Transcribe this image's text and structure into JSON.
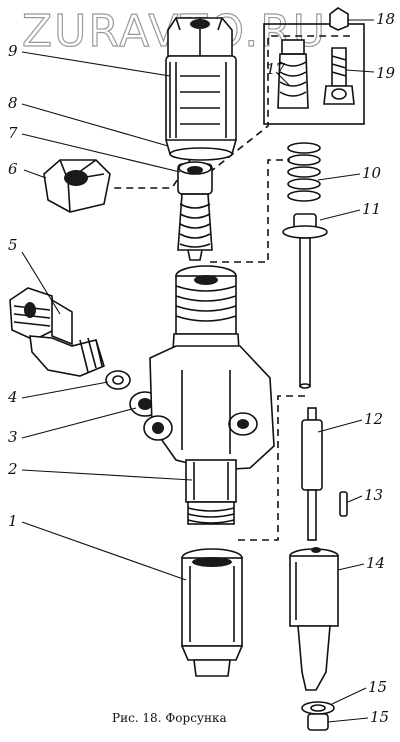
{
  "watermark": "ZURAVTO.RU",
  "caption": "Рис. 18. Форсунка",
  "callouts": [
    "1",
    "2",
    "3",
    "4",
    "5",
    "6",
    "7",
    "8",
    "9",
    "10",
    "11",
    "12",
    "13",
    "14",
    "15",
    "15",
    "17",
    "18",
    "19"
  ]
}
